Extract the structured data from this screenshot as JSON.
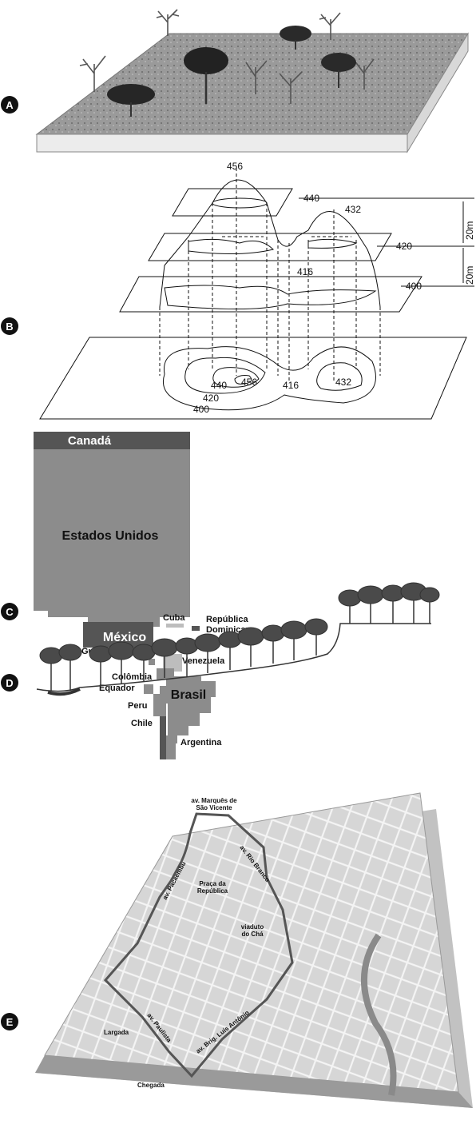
{
  "panels": [
    {
      "letter": "A"
    },
    {
      "letter": "B"
    },
    {
      "letter": "C"
    },
    {
      "letter": "D"
    },
    {
      "letter": "E"
    }
  ],
  "contour": {
    "plane_labels": [
      "440",
      "420",
      "400"
    ],
    "peak_left": "456",
    "peak_right": "432",
    "saddle": "416",
    "interval_label": "20m",
    "map_labels": [
      "456",
      "440",
      "420",
      "400",
      "416",
      "432"
    ]
  },
  "cartogram": {
    "countries": [
      {
        "name": "Canadá",
        "color": "#555555"
      },
      {
        "name": "Estados Unidos",
        "color": "#8c8c8c"
      },
      {
        "name": "México",
        "color": "#555555"
      },
      {
        "name": "Cuba",
        "color": "#bdbdbd"
      },
      {
        "name": "República Dominicana",
        "color": "#555555"
      },
      {
        "name": "Guatemala",
        "color": "#bdbdbd"
      },
      {
        "name": "Venezuela",
        "color": "#bdbdbd"
      },
      {
        "name": "Colômbia",
        "color": "#8c8c8c"
      },
      {
        "name": "Equador",
        "color": "#8c8c8c"
      },
      {
        "name": "Brasil",
        "color": "#8c8c8c"
      },
      {
        "name": "Peru",
        "color": "#8c8c8c"
      },
      {
        "name": "Chile",
        "color": "#555555"
      },
      {
        "name": "Argentina",
        "color": "#8c8c8c"
      }
    ]
  },
  "route_map": {
    "streets": [
      "av. Marquês de São Vicente",
      "av. Rio Branco",
      "av. Pacaembu",
      "Praça da República",
      "viaduto do Chá",
      "av. Paulista",
      "av. Brig. Luís Antônio",
      "Largada",
      "Chegada"
    ]
  }
}
